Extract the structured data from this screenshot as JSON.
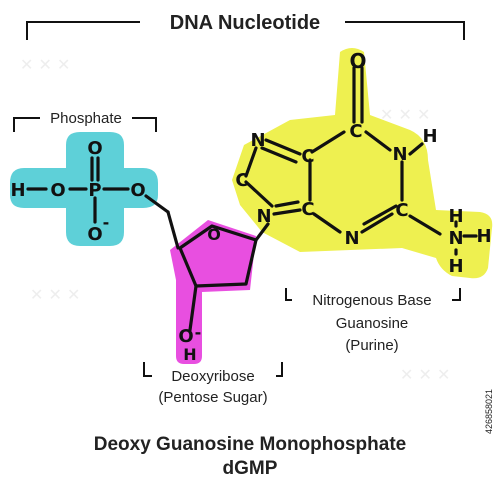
{
  "title": "DNA Nucleotide",
  "labels": {
    "phosphate": "Phosphate",
    "base_line1": "Nitrogenous Base",
    "base_line2": "Guanosine",
    "base_line3": "(Purine)",
    "sugar_line1": "Deoxyribose",
    "sugar_line2": "(Pentose Sugar)"
  },
  "caption": {
    "line1": "Deoxy Guanosine Monophosphate",
    "line2": "dGMP"
  },
  "stock_id": "426858021",
  "atoms": {
    "O": "O",
    "P": "P",
    "H": "H",
    "C": "C",
    "N": "N",
    "minus": "-"
  },
  "colors": {
    "phosphate": "#5ed0d8",
    "sugar": "#e84fe0",
    "base": "#eef050",
    "ink": "#111111"
  }
}
